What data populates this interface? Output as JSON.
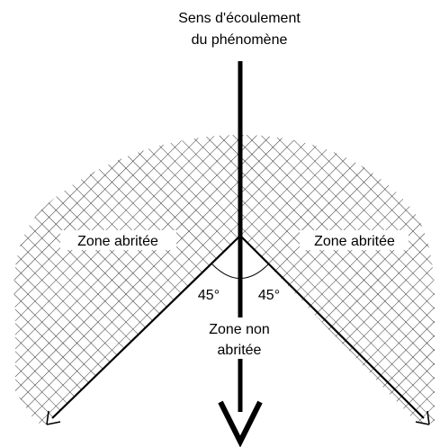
{
  "title": {
    "line1": "Sens d'écoulement",
    "line2": "du phénomène"
  },
  "zones": {
    "sheltered_left": "Zone abritée",
    "sheltered_right": "Zone abritée",
    "unsheltered_line1": "Zone non",
    "unsheltered_line2": "abritée"
  },
  "angles": {
    "left": "45°",
    "right": "45°"
  },
  "colors": {
    "ink": "#000000",
    "background": "#ffffff",
    "hatch": "#000000"
  }
}
